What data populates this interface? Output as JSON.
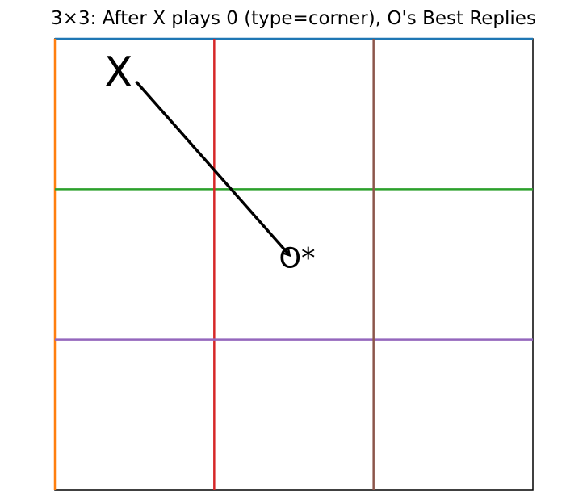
{
  "title": "3×3: After X plays 0 (type=corner), O's Best Replies",
  "board": {
    "size": 3,
    "grid_lines": [
      {
        "orientation": "horizontal",
        "index": 0,
        "color": "#1f77b4"
      },
      {
        "orientation": "vertical",
        "index": 0,
        "color": "#ff7f0e"
      },
      {
        "orientation": "horizontal",
        "index": 1,
        "color": "#2ca02c"
      },
      {
        "orientation": "vertical",
        "index": 1,
        "color": "#d62728"
      },
      {
        "orientation": "horizontal",
        "index": 2,
        "color": "#9467bd"
      },
      {
        "orientation": "vertical",
        "index": 2,
        "color": "#8c564b"
      }
    ],
    "border_color": "#000000",
    "x_move": {
      "cell": 0,
      "label": "X"
    },
    "best_replies": [
      {
        "cell": 4,
        "label": "O*"
      }
    ]
  }
}
